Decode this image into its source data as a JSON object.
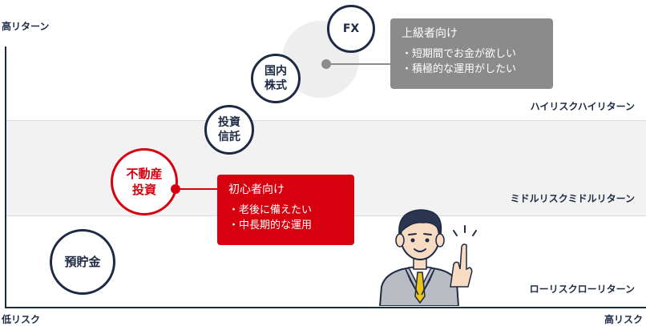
{
  "axes": {
    "y_top_label": "高リターン",
    "x_left_label": "低リスク",
    "x_right_label": "高リスク"
  },
  "bands": {
    "high": "ハイリスクハイリターン",
    "middle": "ミドルリスクミドルリターン",
    "low": "ローリスクローリターン"
  },
  "products": {
    "fx": "FX",
    "domestic_stock": "国内\n株式",
    "investment_trust": "投資\n信託",
    "real_estate": "不動産\n投資",
    "deposit": "預貯金"
  },
  "callouts": {
    "advanced": {
      "title": "上級者向け",
      "bullets": [
        "・短期間でお金が欲しい",
        "・積極的な運用がしたい"
      ]
    },
    "beginner": {
      "title": "初心者向け",
      "bullets": [
        "・老後に備えたい",
        "・中長期的な運用"
      ]
    }
  },
  "colors": {
    "navy": "#1e2a44",
    "accent_red": "#d7000f",
    "gray_callout": "#8b8b8b",
    "band_gray": "#f2f2f2"
  }
}
